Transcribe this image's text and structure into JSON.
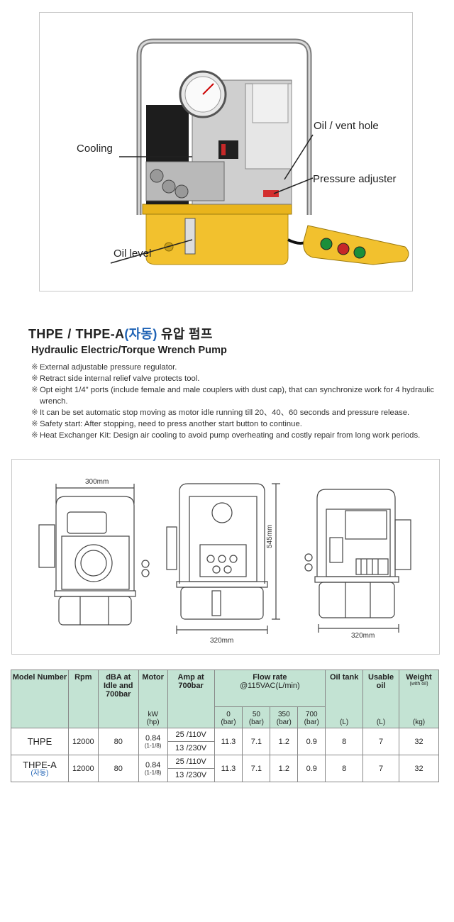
{
  "photo": {
    "callouts": {
      "cooling": "Cooling",
      "oil_vent": "Oil / vent hole",
      "pressure_adjuster": "Pressure adjuster",
      "oil_level": "Oil level"
    }
  },
  "heading": {
    "model_a": "THPE",
    "slash": "/",
    "model_b": "THPE-A",
    "model_b_tag": "(자동)",
    "korean_suffix": "유압 펌프",
    "subtitle": "Hydraulic Electric/Torque Wrench Pump"
  },
  "features": [
    "External adjustable pressure regulator.",
    "Retract side internal relief valve protects tool.",
    "Opt eight 1/4\" ports (include female and male couplers with dust cap), that can synchronize work for 4 hydraulic wrench.",
    "It can be set automatic stop moving as motor idle running till 20、40、60 seconds and pressure release.",
    "Safety start: After stopping, need to press another start button to continue.",
    "Heat Exchanger Kit: Design air cooling to avoid pump overheating and costly repair from long work periods."
  ],
  "dimensions": {
    "front_width": "300mm",
    "side_height": "545mm",
    "side_width": "320mm",
    "back_width": "320mm"
  },
  "table": {
    "headers": {
      "model": "Model Number",
      "rpm": "Rpm",
      "dba": "dBA at Idle and 700bar",
      "motor": "Motor",
      "amp": "Amp at 700bar",
      "flow": "Flow rate",
      "flow_sub": "@115VAC(L/min)",
      "oil_tank": "Oil tank",
      "usable_oil": "Usable oil",
      "weight": "Weight",
      "weight_sub": "(with oil)"
    },
    "units": {
      "motor_kw": "kW",
      "motor_hp": "(hp)",
      "flow_0": "0",
      "flow_50": "50",
      "flow_350": "350",
      "flow_700": "700",
      "bar": "(bar)",
      "oil_tank": "(L)",
      "usable_oil": "(L)",
      "weight": "(kg)"
    },
    "rows": [
      {
        "model": "THPE",
        "model_tag": "",
        "rpm": "12000",
        "dba": "80",
        "motor": "0.84",
        "motor_hp": "(1-1/8)",
        "amp_110": "25 /110V",
        "amp_230": "13 /230V",
        "flow_0": "11.3",
        "flow_50": "7.1",
        "flow_350": "1.2",
        "flow_700": "0.9",
        "oil_tank": "8",
        "usable_oil": "7",
        "weight": "32"
      },
      {
        "model": "THPE-A",
        "model_tag": "(자동)",
        "rpm": "12000",
        "dba": "80",
        "motor": "0.84",
        "motor_hp": "(1-1/8)",
        "amp_110": "25 /110V",
        "amp_230": "13 /230V",
        "flow_0": "11.3",
        "flow_50": "7.1",
        "flow_350": "1.2",
        "flow_700": "0.9",
        "oil_tank": "8",
        "usable_oil": "7",
        "weight": "32"
      }
    ]
  },
  "colors": {
    "accent_blue": "#1f63b5",
    "table_header": "#c3e3d3",
    "pump_yellow": "#f2c12e"
  }
}
